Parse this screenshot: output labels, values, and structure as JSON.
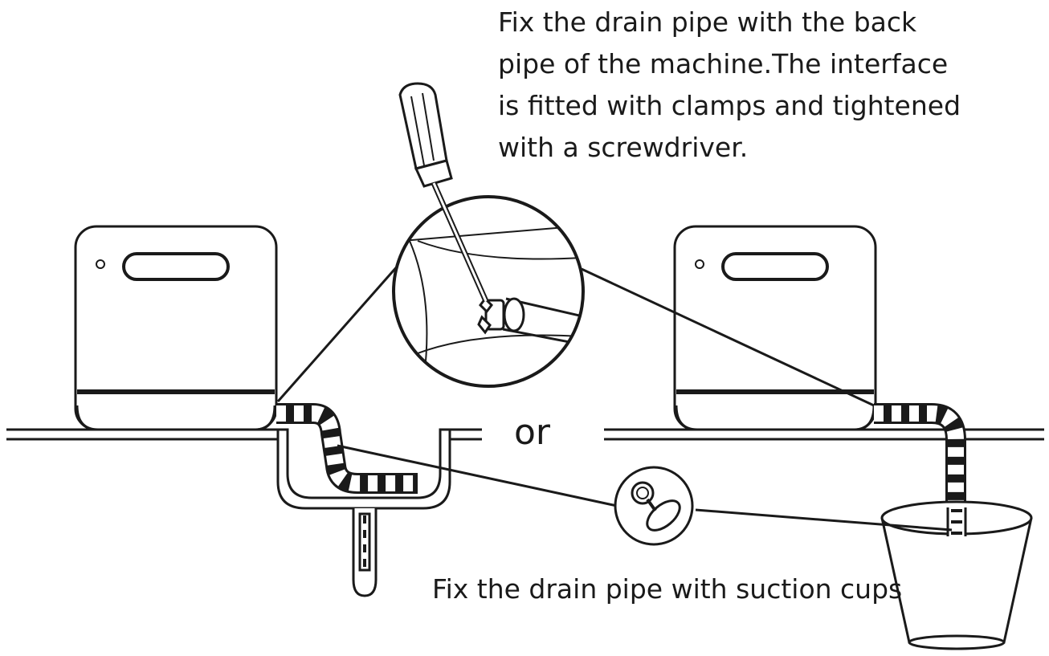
{
  "instructions": {
    "back_pipe_lines": [
      "Fix the drain pipe with the back",
      "pipe of the machine.The interface",
      "is fitted with clamps and tightened",
      "with a screwdriver."
    ],
    "suction_cup": "Fix the drain pipe with suction cups",
    "or": "or"
  },
  "icons": [
    "dishwasher-icon",
    "dishwasher-icon",
    "screwdriver-icon",
    "clamp-icon",
    "suction-cup-icon",
    "sink-icon",
    "bucket-icon",
    "drain-pipe-icon"
  ],
  "colors": {
    "ink": "#1a1a1a",
    "background": "#ffffff"
  }
}
